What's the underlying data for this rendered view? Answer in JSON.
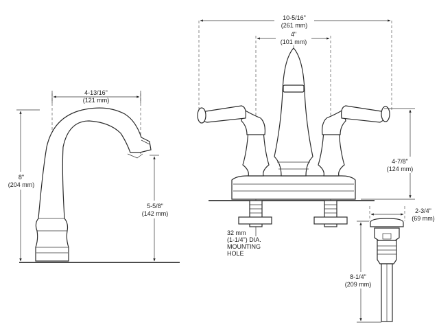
{
  "dimensions": {
    "spout_reach": {
      "imperial": "4-13/16\"",
      "metric": "(121 mm)"
    },
    "spout_height": {
      "imperial": "8\"",
      "metric": "(204 mm)"
    },
    "spout_outlet_height": {
      "imperial": "5-5/8\"",
      "metric": "(142 mm)"
    },
    "overall_width": {
      "imperial": "10-5/16\"",
      "metric": "(261 mm)"
    },
    "center_spacing": {
      "imperial": "4\"",
      "metric": "(101 mm)"
    },
    "handle_height": {
      "imperial": "4-7/8\"",
      "metric": "(124 mm)"
    },
    "drain_width": {
      "imperial": "2-3/4\"",
      "metric": "(69 mm)"
    },
    "drain_length": {
      "imperial": "8-1/4\"",
      "metric": "(209 mm)"
    }
  },
  "mounting_hole_note": [
    "32 mm",
    "(1-1/4\") DIA.",
    "MOUNTING",
    "HOLE"
  ]
}
